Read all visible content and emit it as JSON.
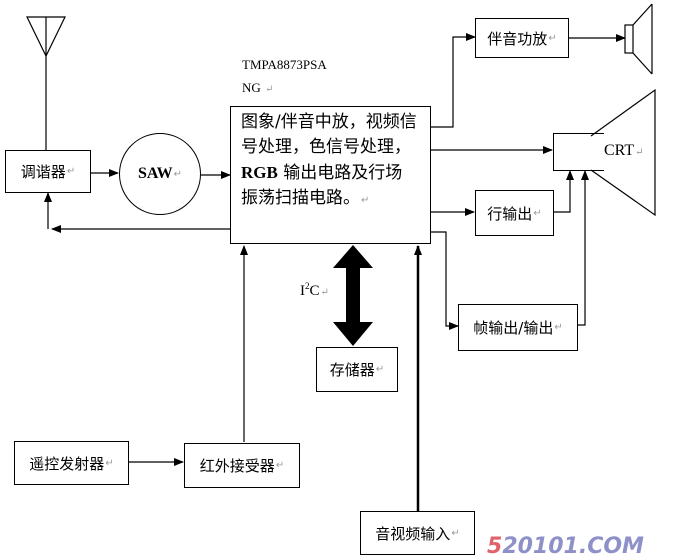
{
  "chip": {
    "model_line1": "TMPA8873PSA",
    "model_line2": "NG",
    "description_line1": "图象/伴音中放，视频信",
    "description_line2": "号处理，色信号处理，",
    "description_line3_bold": "RGB",
    "description_line3_rest": " 输出电路及行场",
    "description_line4": "振荡扫描电路。"
  },
  "blocks": {
    "tuner": "调谐器",
    "saw": "SAW",
    "audio_amp": "伴音功放",
    "crt": "CRT",
    "horizontal_out": "行输出",
    "vertical_out": "帧输出/输出",
    "memory": "存储器",
    "remote_tx": "遥控发射器",
    "ir_rx": "红外接受器",
    "av_input": "音视频输入"
  },
  "bus_label": {
    "prefix": "I",
    "sup": "2",
    "suffix": "C"
  },
  "paragraph_mark": "↵",
  "watermark": {
    "highlight": "5",
    "rest": "20101.COM",
    "colors": {
      "highlight": "#e0636b",
      "rest": "#8e91c9"
    }
  }
}
